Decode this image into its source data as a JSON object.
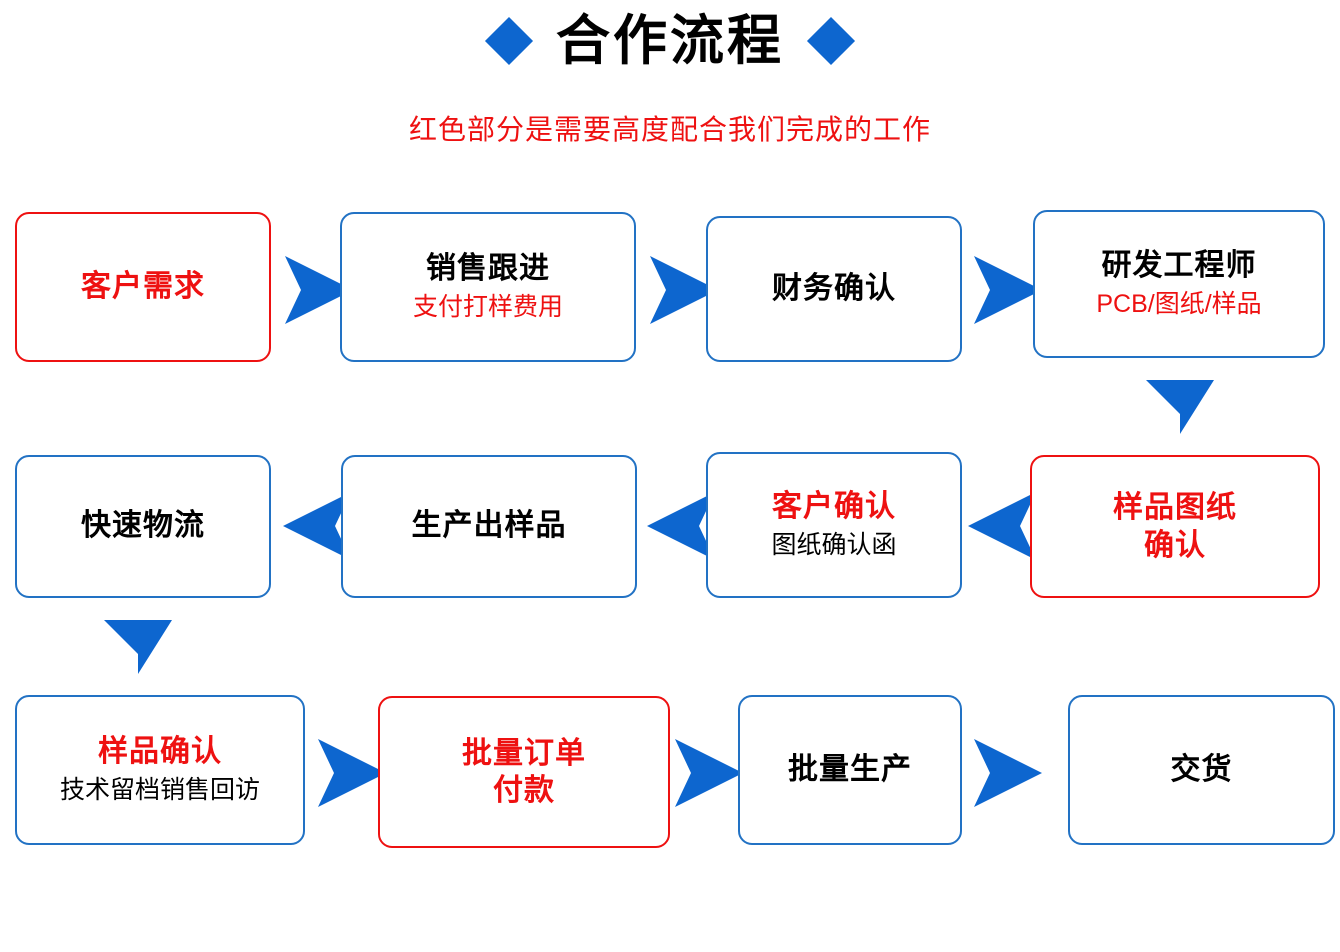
{
  "header": {
    "title": "合作流程",
    "subtitle": "红色部分是需要高度配合我们完成的工作",
    "left_diamond": "diamond-icon",
    "right_diamond": "diamond-icon"
  },
  "colors": {
    "blue": "#0d66cf",
    "box_blue": "#2272c4",
    "red": "#ee1111",
    "black": "#000000",
    "background": "#ffffff"
  },
  "flow": {
    "rows": [
      {
        "direction": "left-to-right",
        "nodes": [
          {
            "primary": "客户需求",
            "primary_color": "red",
            "secondary": "",
            "secondary_color": "",
            "border": "red"
          },
          {
            "primary": "销售跟进",
            "primary_color": "black",
            "secondary": "支付打样费用",
            "secondary_color": "red",
            "border": "blue"
          },
          {
            "primary": "财务确认",
            "primary_color": "black",
            "secondary": "",
            "secondary_color": "",
            "border": "blue"
          },
          {
            "primary": "研发工程师",
            "primary_color": "black",
            "secondary": "PCB/图纸/样品",
            "secondary_color": "red",
            "border": "blue"
          }
        ]
      },
      {
        "direction": "right-to-left",
        "nodes": [
          {
            "primary": "快速物流",
            "primary_color": "black",
            "secondary": "",
            "secondary_color": "",
            "border": "blue"
          },
          {
            "primary": "生产出样品",
            "primary_color": "black",
            "secondary": "",
            "secondary_color": "",
            "border": "blue"
          },
          {
            "primary": "客户确认",
            "primary_color": "red",
            "secondary": "图纸确认函",
            "secondary_color": "black",
            "border": "blue"
          },
          {
            "primary": "样品图纸\n确认",
            "primary_color": "red",
            "secondary": "",
            "secondary_color": "",
            "border": "red"
          }
        ]
      },
      {
        "direction": "left-to-right",
        "nodes": [
          {
            "primary": "样品确认",
            "primary_color": "red",
            "secondary": "技术留档销售回访",
            "secondary_color": "black",
            "border": "blue"
          },
          {
            "primary": "批量订单\n付款",
            "primary_color": "red",
            "secondary": "",
            "secondary_color": "",
            "border": "red"
          },
          {
            "primary": "批量生产",
            "primary_color": "black",
            "secondary": "",
            "secondary_color": "",
            "border": "blue"
          },
          {
            "primary": "交货",
            "primary_color": "black",
            "secondary": "",
            "secondary_color": "",
            "border": "blue"
          }
        ]
      }
    ],
    "connectors": [
      {
        "name": "arrow-r1-1-to-2",
        "direction": "right"
      },
      {
        "name": "arrow-r1-2-to-3",
        "direction": "right"
      },
      {
        "name": "arrow-r1-3-to-4",
        "direction": "right"
      },
      {
        "name": "arrow-r1-4-to-r2-4",
        "direction": "down"
      },
      {
        "name": "arrow-r2-4-to-3",
        "direction": "left"
      },
      {
        "name": "arrow-r2-3-to-2",
        "direction": "left"
      },
      {
        "name": "arrow-r2-2-to-1",
        "direction": "left"
      },
      {
        "name": "arrow-r2-1-to-r3-1",
        "direction": "down"
      },
      {
        "name": "arrow-r3-1-to-2",
        "direction": "right"
      },
      {
        "name": "arrow-r3-2-to-3",
        "direction": "right"
      },
      {
        "name": "arrow-r3-3-to-4",
        "direction": "right"
      }
    ]
  }
}
